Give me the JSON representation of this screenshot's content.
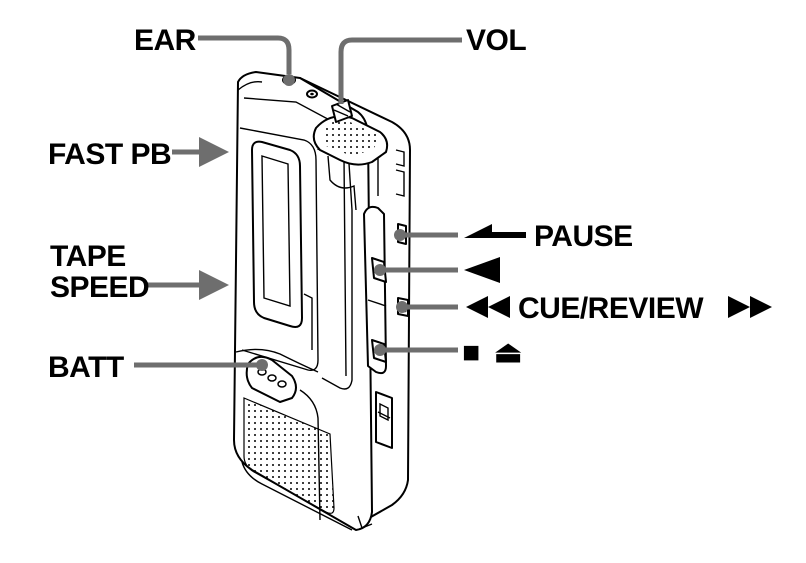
{
  "labels": {
    "ear": "EAR",
    "vol": "VOL",
    "fast_pb": "FAST PB",
    "tape": "TAPE",
    "speed": "SPEED",
    "batt": "BATT",
    "pause": "PAUSE",
    "cue_review": "CUE/REVIEW"
  },
  "symbols": {
    "stop": "■",
    "eject": "⏏"
  },
  "colors": {
    "leader": "#6e6e6e",
    "ink": "#000000",
    "background": "#ffffff"
  }
}
